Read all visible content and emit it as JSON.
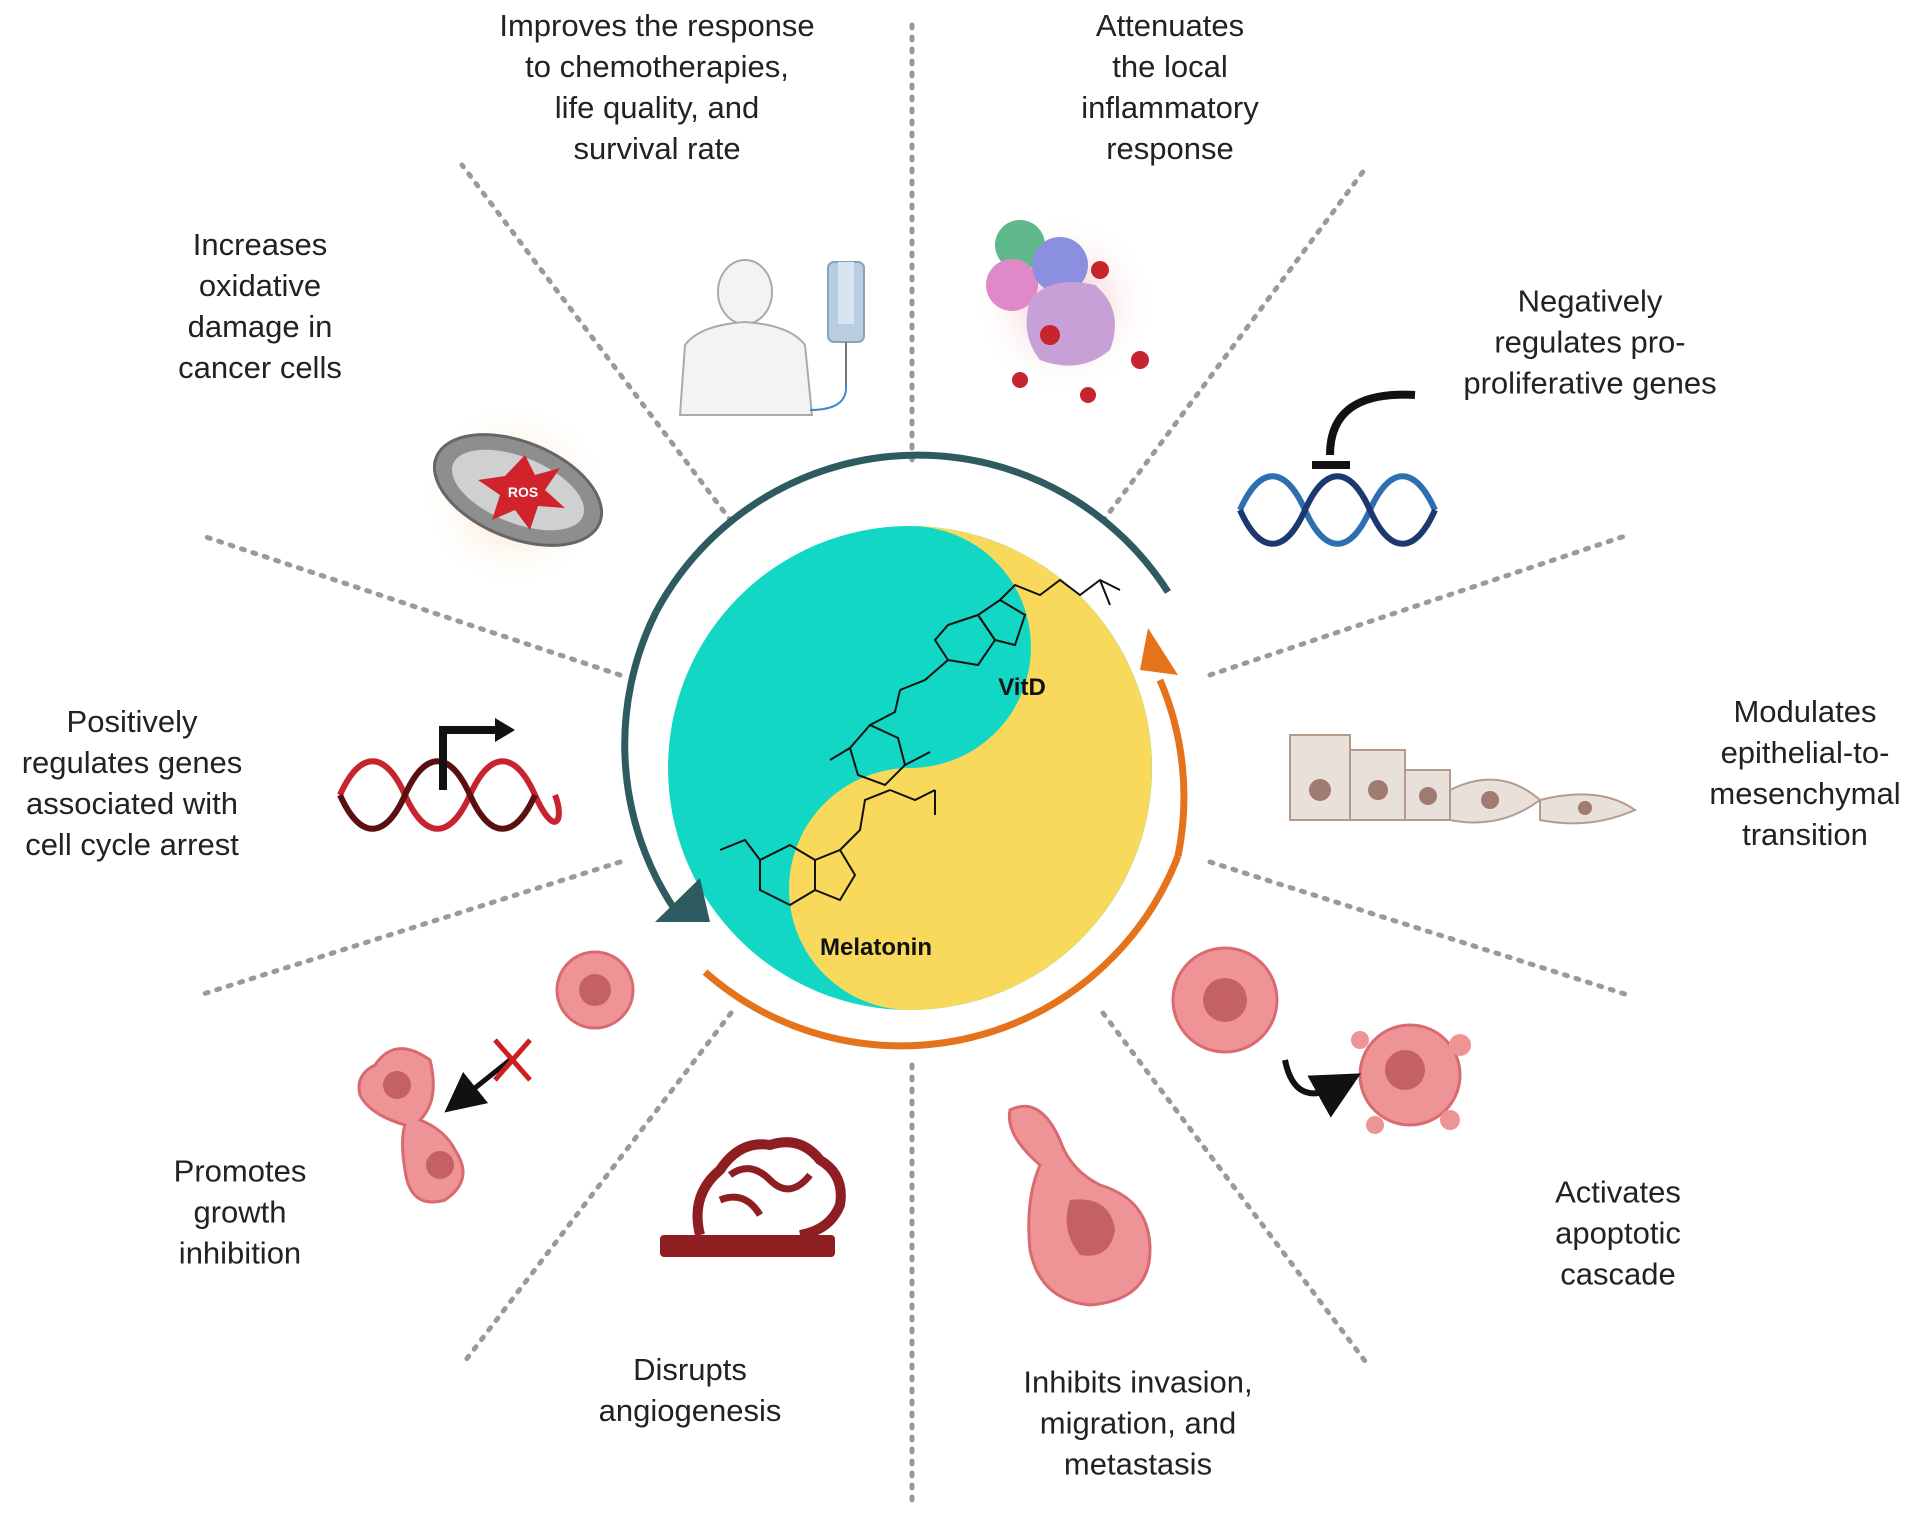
{
  "center": {
    "top_label": "VitD",
    "bottom_label": "Melatonin",
    "colors": {
      "vitd": "#F9D95C",
      "melatonin": "#12D7C4",
      "arrow_left": "#2E5B60",
      "arrow_right": "#E5731C"
    }
  },
  "effects": [
    {
      "id": "chemo",
      "lines": [
        "Improves the response",
        "to chemotherapies,",
        "life quality, and",
        "survival rate"
      ],
      "icon": "patient-iv-icon"
    },
    {
      "id": "inflammation",
      "lines": [
        "Attenuates",
        "the local",
        "inflammatory",
        "response"
      ],
      "icon": "immune-cells-icon"
    },
    {
      "id": "proliferative",
      "lines": [
        "Negatively",
        "regulates pro-",
        "proliferative genes"
      ],
      "icon": "dna-inhibition-icon"
    },
    {
      "id": "emt",
      "lines": [
        "Modulates",
        "epithelial-to-",
        "mesenchymal",
        "transition"
      ],
      "icon": "epithelial-cells-icon"
    },
    {
      "id": "apoptosis",
      "lines": [
        "Activates",
        "apoptotic",
        "cascade"
      ],
      "icon": "apoptotic-cell-icon"
    },
    {
      "id": "invasion",
      "lines": [
        "Inhibits invasion,",
        "migration, and",
        "metastasis"
      ],
      "icon": "migrating-cell-icon"
    },
    {
      "id": "angiogenesis",
      "lines": [
        "Disrupts",
        "angiogenesis"
      ],
      "icon": "blood-vessel-icon"
    },
    {
      "id": "growth",
      "lines": [
        "Promotes",
        "growth",
        "inhibition"
      ],
      "icon": "cell-division-blocked-icon"
    },
    {
      "id": "cellcycle",
      "lines": [
        "Positively",
        "regulates genes",
        "associated with",
        "cell cycle arrest"
      ],
      "icon": "dna-activation-icon"
    },
    {
      "id": "oxidative",
      "lines": [
        "Increases",
        "oxidative",
        "damage in",
        "cancer cells"
      ],
      "icon": "mitochondrion-ros-icon"
    }
  ],
  "icon_text": {
    "ros": "ROS"
  }
}
